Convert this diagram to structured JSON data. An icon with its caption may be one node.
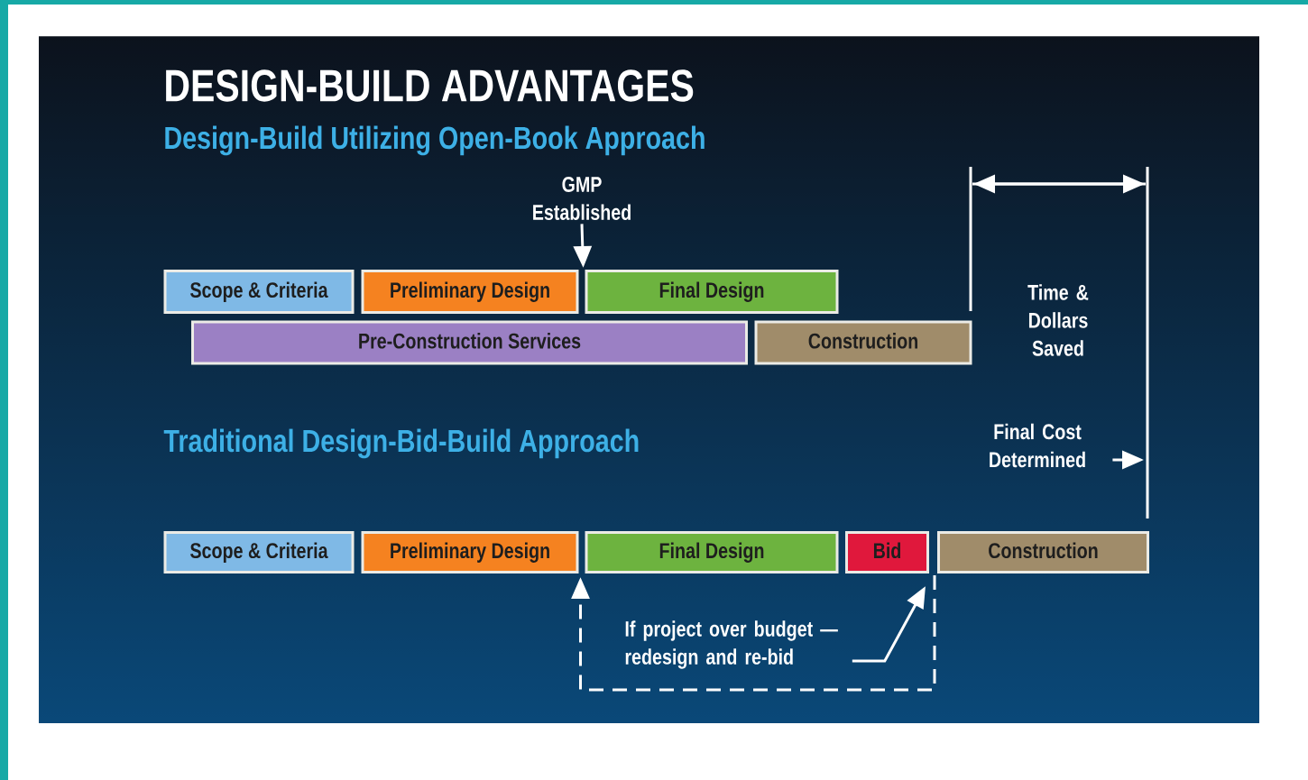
{
  "diagram": {
    "title": "DESIGN-BUILD ADVANTAGES",
    "nodes": [
      {
        "text": [
          "Scope & Criteria"
        ]
      },
      {
        "text": [
          "Preliminary Design"
        ]
      },
      {
        "text": [
          "Final Design"
        ]
      },
      {
        "text": [
          "Pre-Construction Services"
        ]
      },
      {
        "text": [
          "Construction"
        ]
      },
      {
        "text": [
          "GMP Established"
        ]
      },
      {
        "text": [
          "Final Cost Determined"
        ]
      },
      {
        "text": [
          "Scope & Criteria"
        ]
      },
      {
        "text": [
          "Preliminary Design"
        ]
      },
      {
        "text": [
          "Final Design"
        ]
      },
      {
        "text": [
          "Bid"
        ]
      },
      {
        "text": [
          "Construction"
        ]
      },
      {
        "text": [
          "If project over budget — redesign and re-bid"
        ]
      }
    ],
    "edges": [
      {
        "from": 5,
        "to": 1,
        "arrow": "to"
      },
      {
        "from": 6,
        "to": null,
        "arrow": "to"
      },
      {
        "from": 12,
        "to": 10,
        "arrow": "to"
      },
      {
        "from": 10,
        "to": 9,
        "arrow": "to",
        "style": "dashed"
      }
    ],
    "labels": [
      "Design-Build Utilizing Open-Book Approach",
      "Traditional Design-Bid-Build Approach",
      "Time & Dollars Saved"
    ]
  }
}
